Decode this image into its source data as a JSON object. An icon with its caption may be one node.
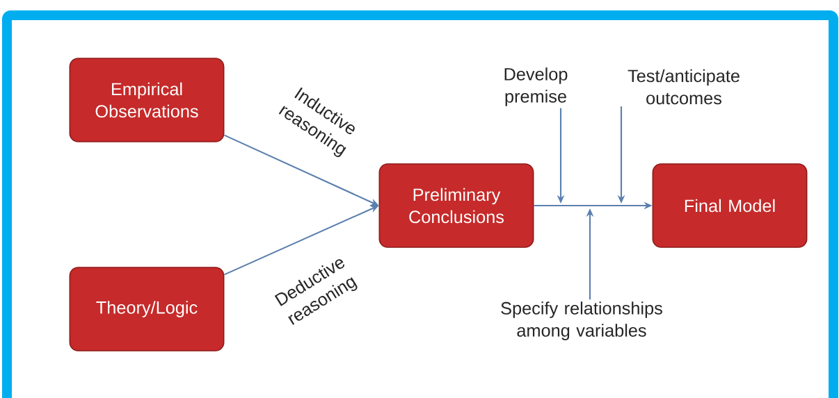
{
  "diagram": {
    "nodes": [
      {
        "text": [
          "Empirical Observations"
        ]
      },
      {
        "text": [
          "Theory/Logic"
        ]
      },
      {
        "text": [
          "Preliminary Conclusions"
        ]
      },
      {
        "text": [
          "Final Model"
        ]
      },
      {
        "text": [
          "Develop premise"
        ]
      },
      {
        "text": [
          "Test/anticipate outcomes"
        ]
      },
      {
        "text": [
          "Specify relationships among variables"
        ]
      }
    ],
    "edges": [
      {
        "from": 0,
        "to": 2,
        "arrow": "to",
        "label": "Inductive reasoning"
      },
      {
        "from": 1,
        "to": 2,
        "arrow": "to",
        "label": "Deductive reasoning"
      },
      {
        "from": 2,
        "to": 3,
        "arrow": "to"
      },
      {
        "from": 4,
        "to": null,
        "arrow": "to"
      },
      {
        "from": 5,
        "to": null,
        "arrow": "to"
      },
      {
        "from": 6,
        "to": null,
        "arrow": "to"
      }
    ]
  }
}
